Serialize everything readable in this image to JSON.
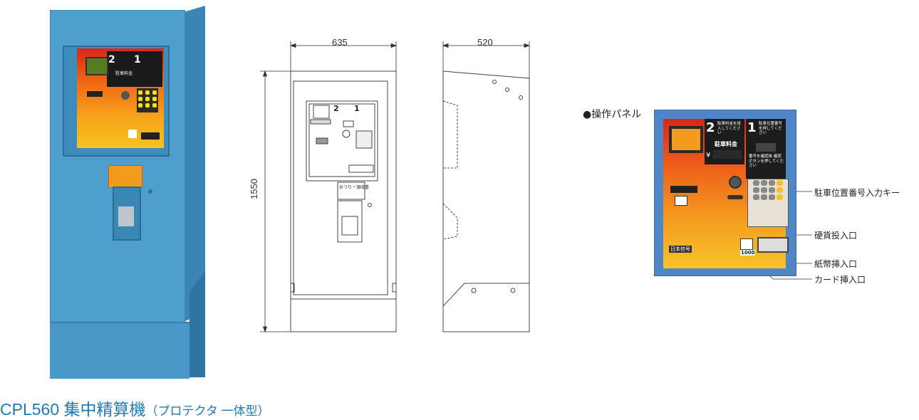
{
  "caption": {
    "model": "CPL560 集中精算機",
    "subtitle": "（プロテクタ 一体型）"
  },
  "dimensions": {
    "width": "635",
    "depth": "520",
    "height": "1550"
  },
  "operation_panel": {
    "title": "●操作パネル",
    "step2_text": "駐車料金を投入してください",
    "step1_text": "駐車位置番号を押してください",
    "fee_label": "駐車料金",
    "yen_mark": "¥",
    "confirm_text": "番号を確認後 確認 ボタンを押してください",
    "bill_label": "1000",
    "maker": "日本信号",
    "labels": {
      "keypad": "駐車位置番号入力キー",
      "coin": "硬貨投入口",
      "bill": "紙幣挿入口",
      "card": "カード挿入口"
    }
  },
  "photo_panel": {
    "step2": "2",
    "step1": "1",
    "fee_label": "駐車料金"
  },
  "front_panel": {
    "step2": "2",
    "step1": "1",
    "change_label": "おつり・領収書"
  },
  "colors": {
    "machine_blue": "#4f9fce",
    "caption_blue": "#1f7ab4",
    "panel_red": "#d8271a",
    "panel_yellow": "#f6c320"
  }
}
